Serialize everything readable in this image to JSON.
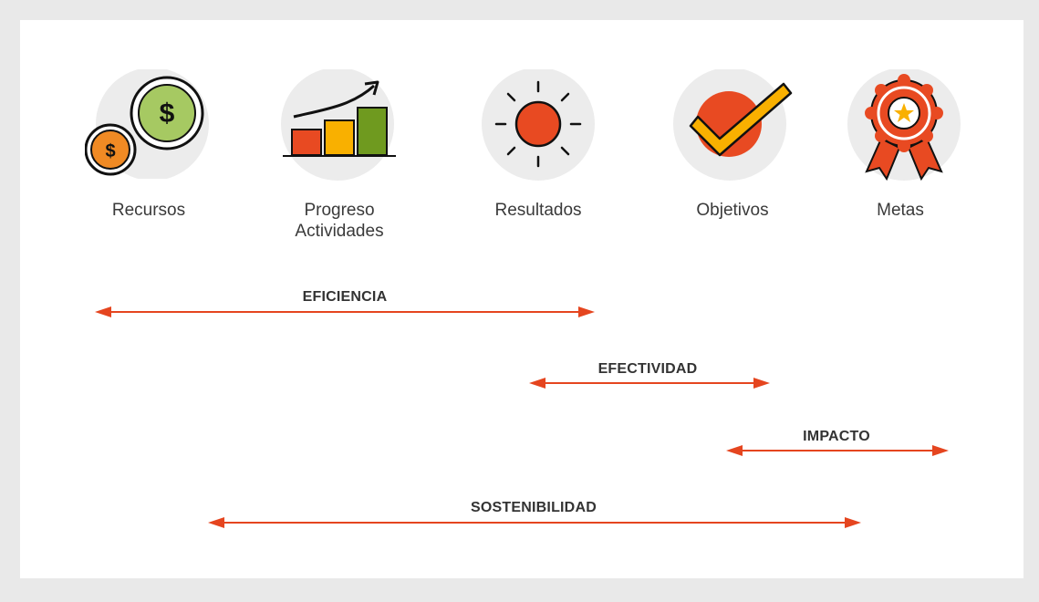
{
  "colors": {
    "background": "#e9e9e9",
    "card": "#ffffff",
    "icon_circle": "#ececec",
    "accent_red": "#e84a22",
    "accent_orange": "#f7941d",
    "accent_yellow": "#f9b000",
    "green_light": "#a6c962",
    "green_dark": "#6f9a1f",
    "arrow": "#e5451f",
    "text": "#3a3a3a"
  },
  "stages": [
    {
      "id": "recursos",
      "icon": "coins-icon",
      "label_lines": [
        "Recursos"
      ]
    },
    {
      "id": "progreso",
      "icon": "bar-chart-growth-icon",
      "label_lines": [
        "Progreso",
        "Actividades"
      ]
    },
    {
      "id": "resultados",
      "icon": "sun-icon",
      "label_lines": [
        "Resultados"
      ]
    },
    {
      "id": "objetivos",
      "icon": "checkmark-icon",
      "label_lines": [
        "Objetivos"
      ]
    },
    {
      "id": "metas",
      "icon": "award-ribbon-icon",
      "label_lines": [
        "Metas"
      ]
    }
  ],
  "coin_symbol": "$",
  "arrows": [
    {
      "id": "eficiencia",
      "label": "EFICIENCIA",
      "from_stage": "recursos",
      "to_stage": "resultados"
    },
    {
      "id": "efectividad",
      "label": "EFECTIVIDAD",
      "from_stage": "resultados",
      "to_stage": "objetivos"
    },
    {
      "id": "impacto",
      "label": "IMPACTO",
      "from_stage": "objetivos",
      "to_stage": "metas"
    },
    {
      "id": "sostenibilidad",
      "label": "SOSTENIBILIDAD",
      "from_stage": "progreso",
      "to_stage": "metas"
    }
  ]
}
